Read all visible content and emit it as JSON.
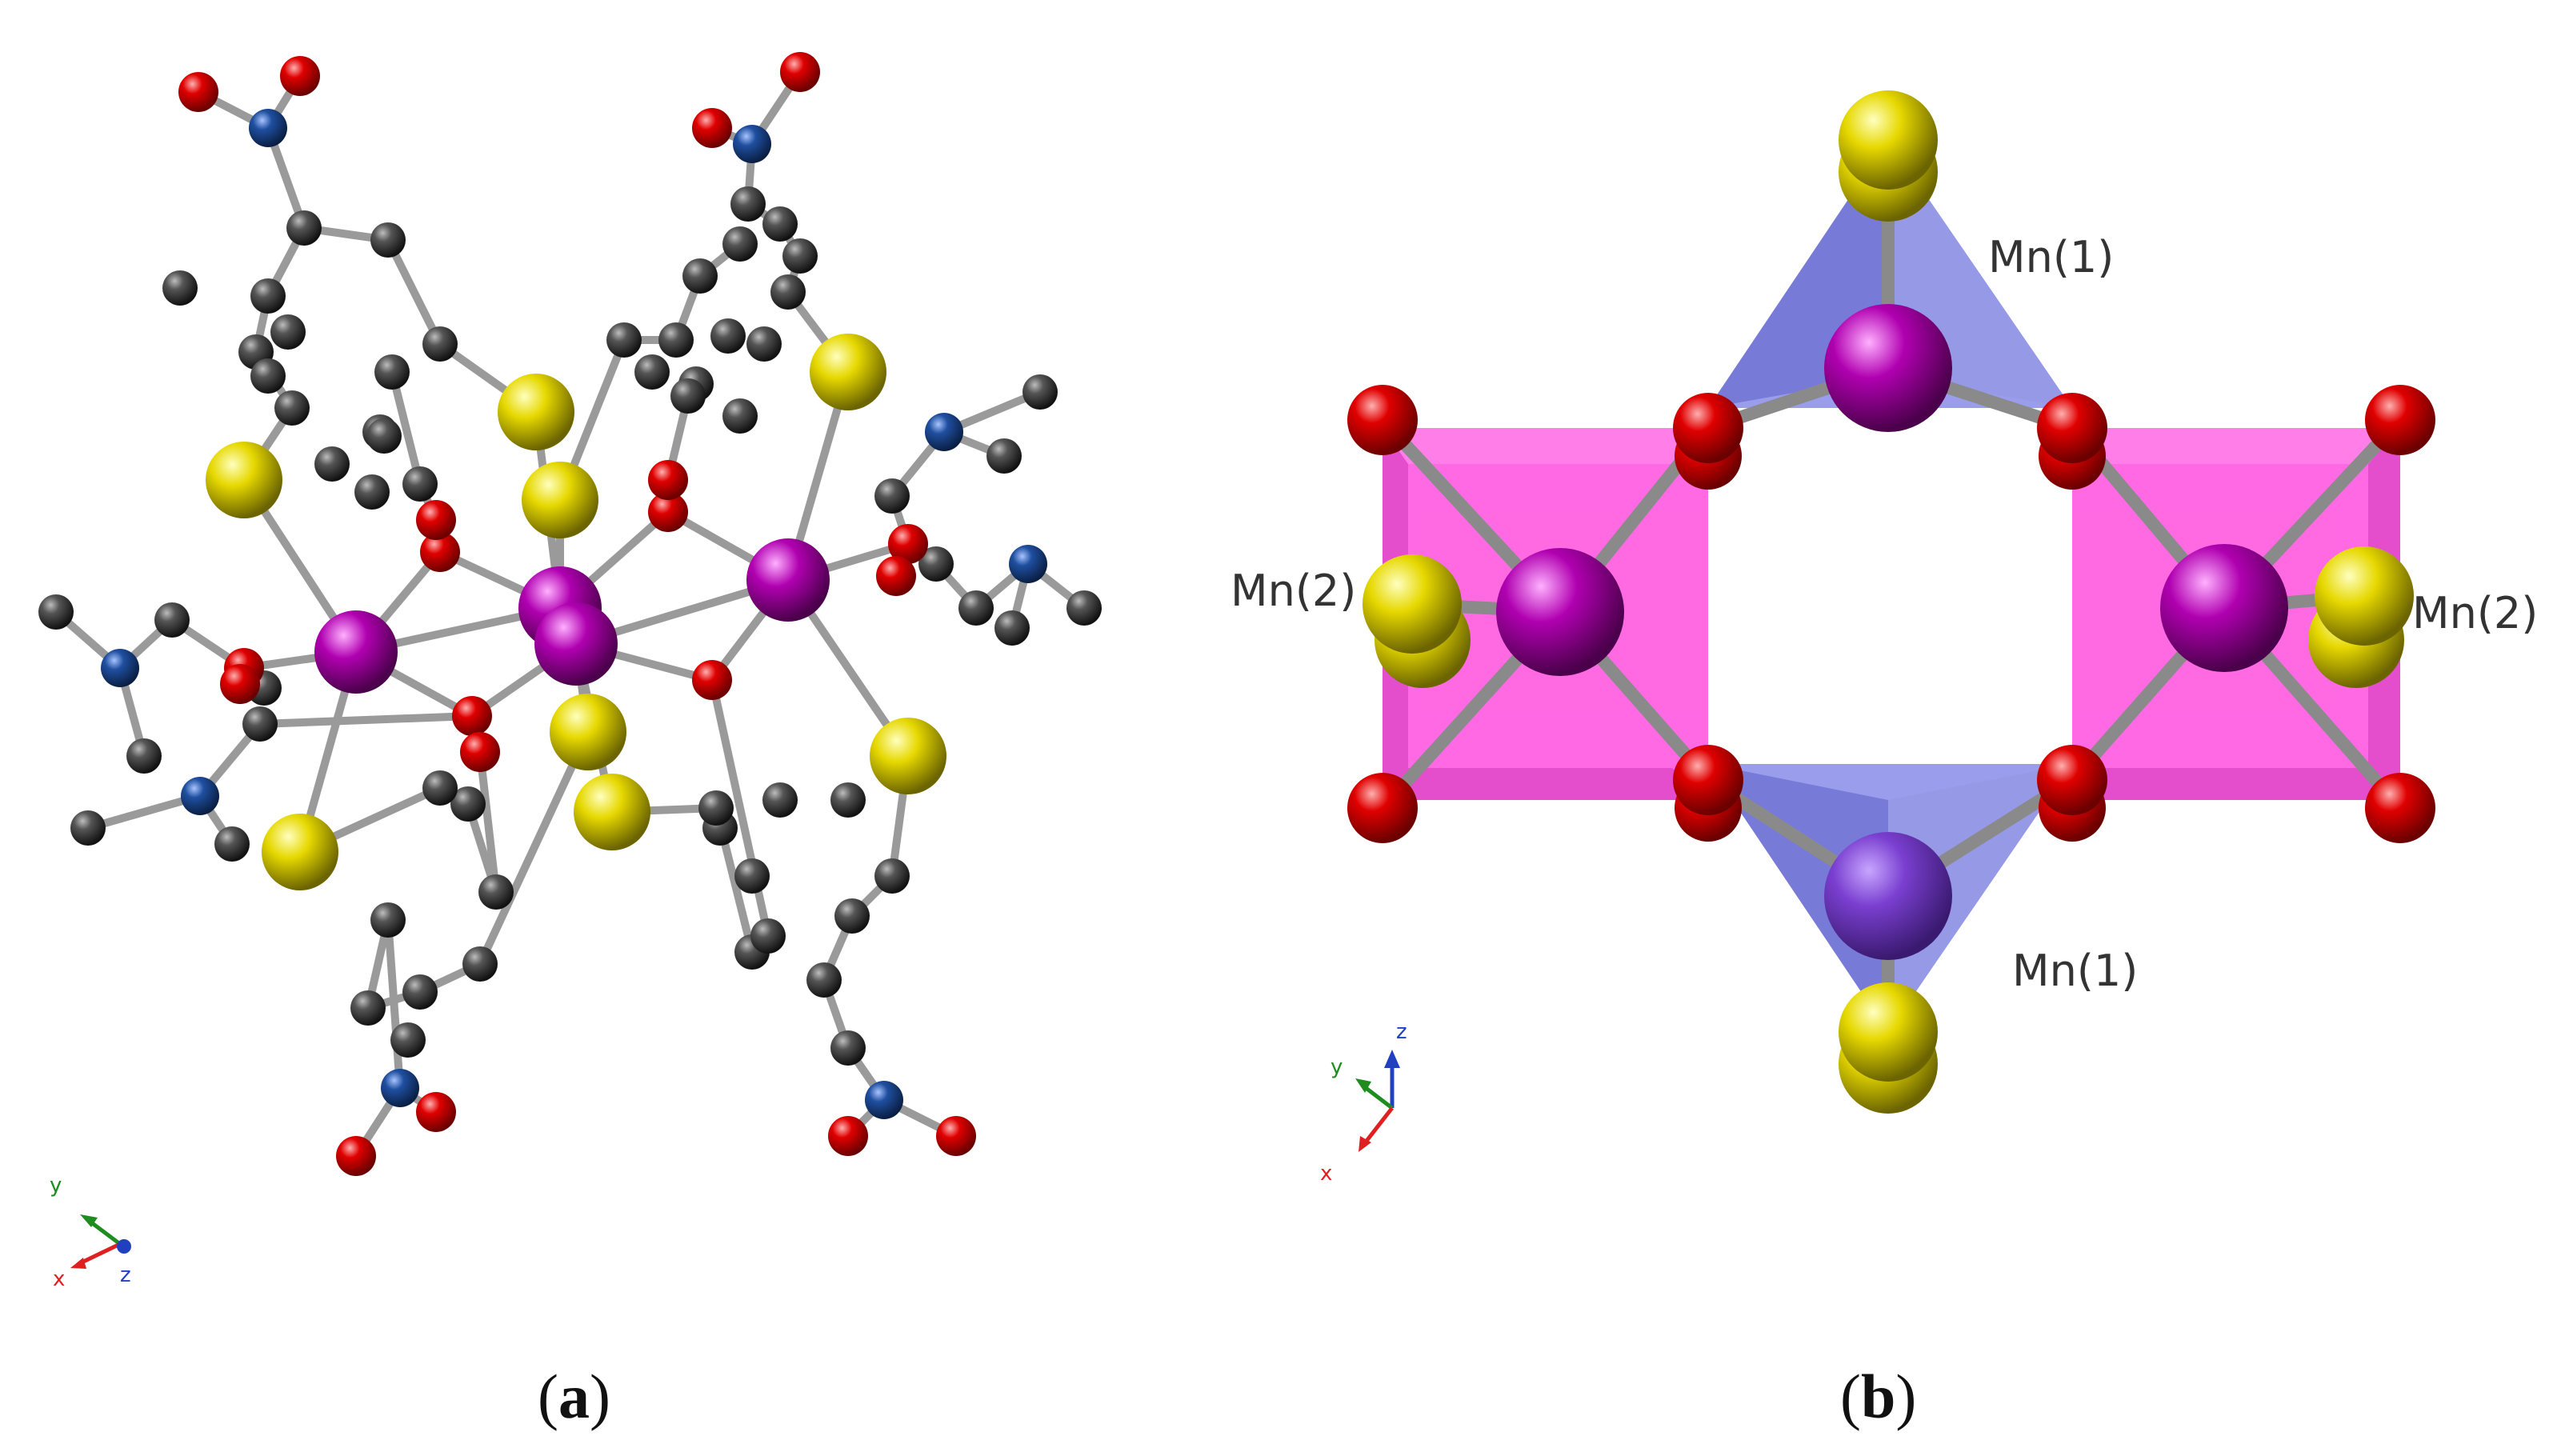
{
  "panels": {
    "a": {
      "caption_open": "(",
      "caption_letter": "a",
      "caption_close": ")"
    },
    "b": {
      "caption_open": "(",
      "caption_letter": "b",
      "caption_close": ")"
    }
  },
  "labels": {
    "mn1_top": "Mn(1)",
    "mn1_bottom": "Mn(1)",
    "mn2_left": "Mn(2)",
    "mn2_right": "Mn(2)"
  },
  "axes": {
    "a": {
      "x": "x",
      "y": "y",
      "z": "z"
    },
    "b": {
      "x": "x",
      "y": "y",
      "z": "z"
    }
  },
  "colors": {
    "carbon": "#3a3a3a",
    "oxygen": "#e00000",
    "nitrogen": "#1f4fa0",
    "sulfur": "#e6d800",
    "manganese": "#b000b0",
    "bond": "#9a9a9a",
    "octahedron": "#ff30d8",
    "tetrahedron": "#7b7fe0"
  }
}
